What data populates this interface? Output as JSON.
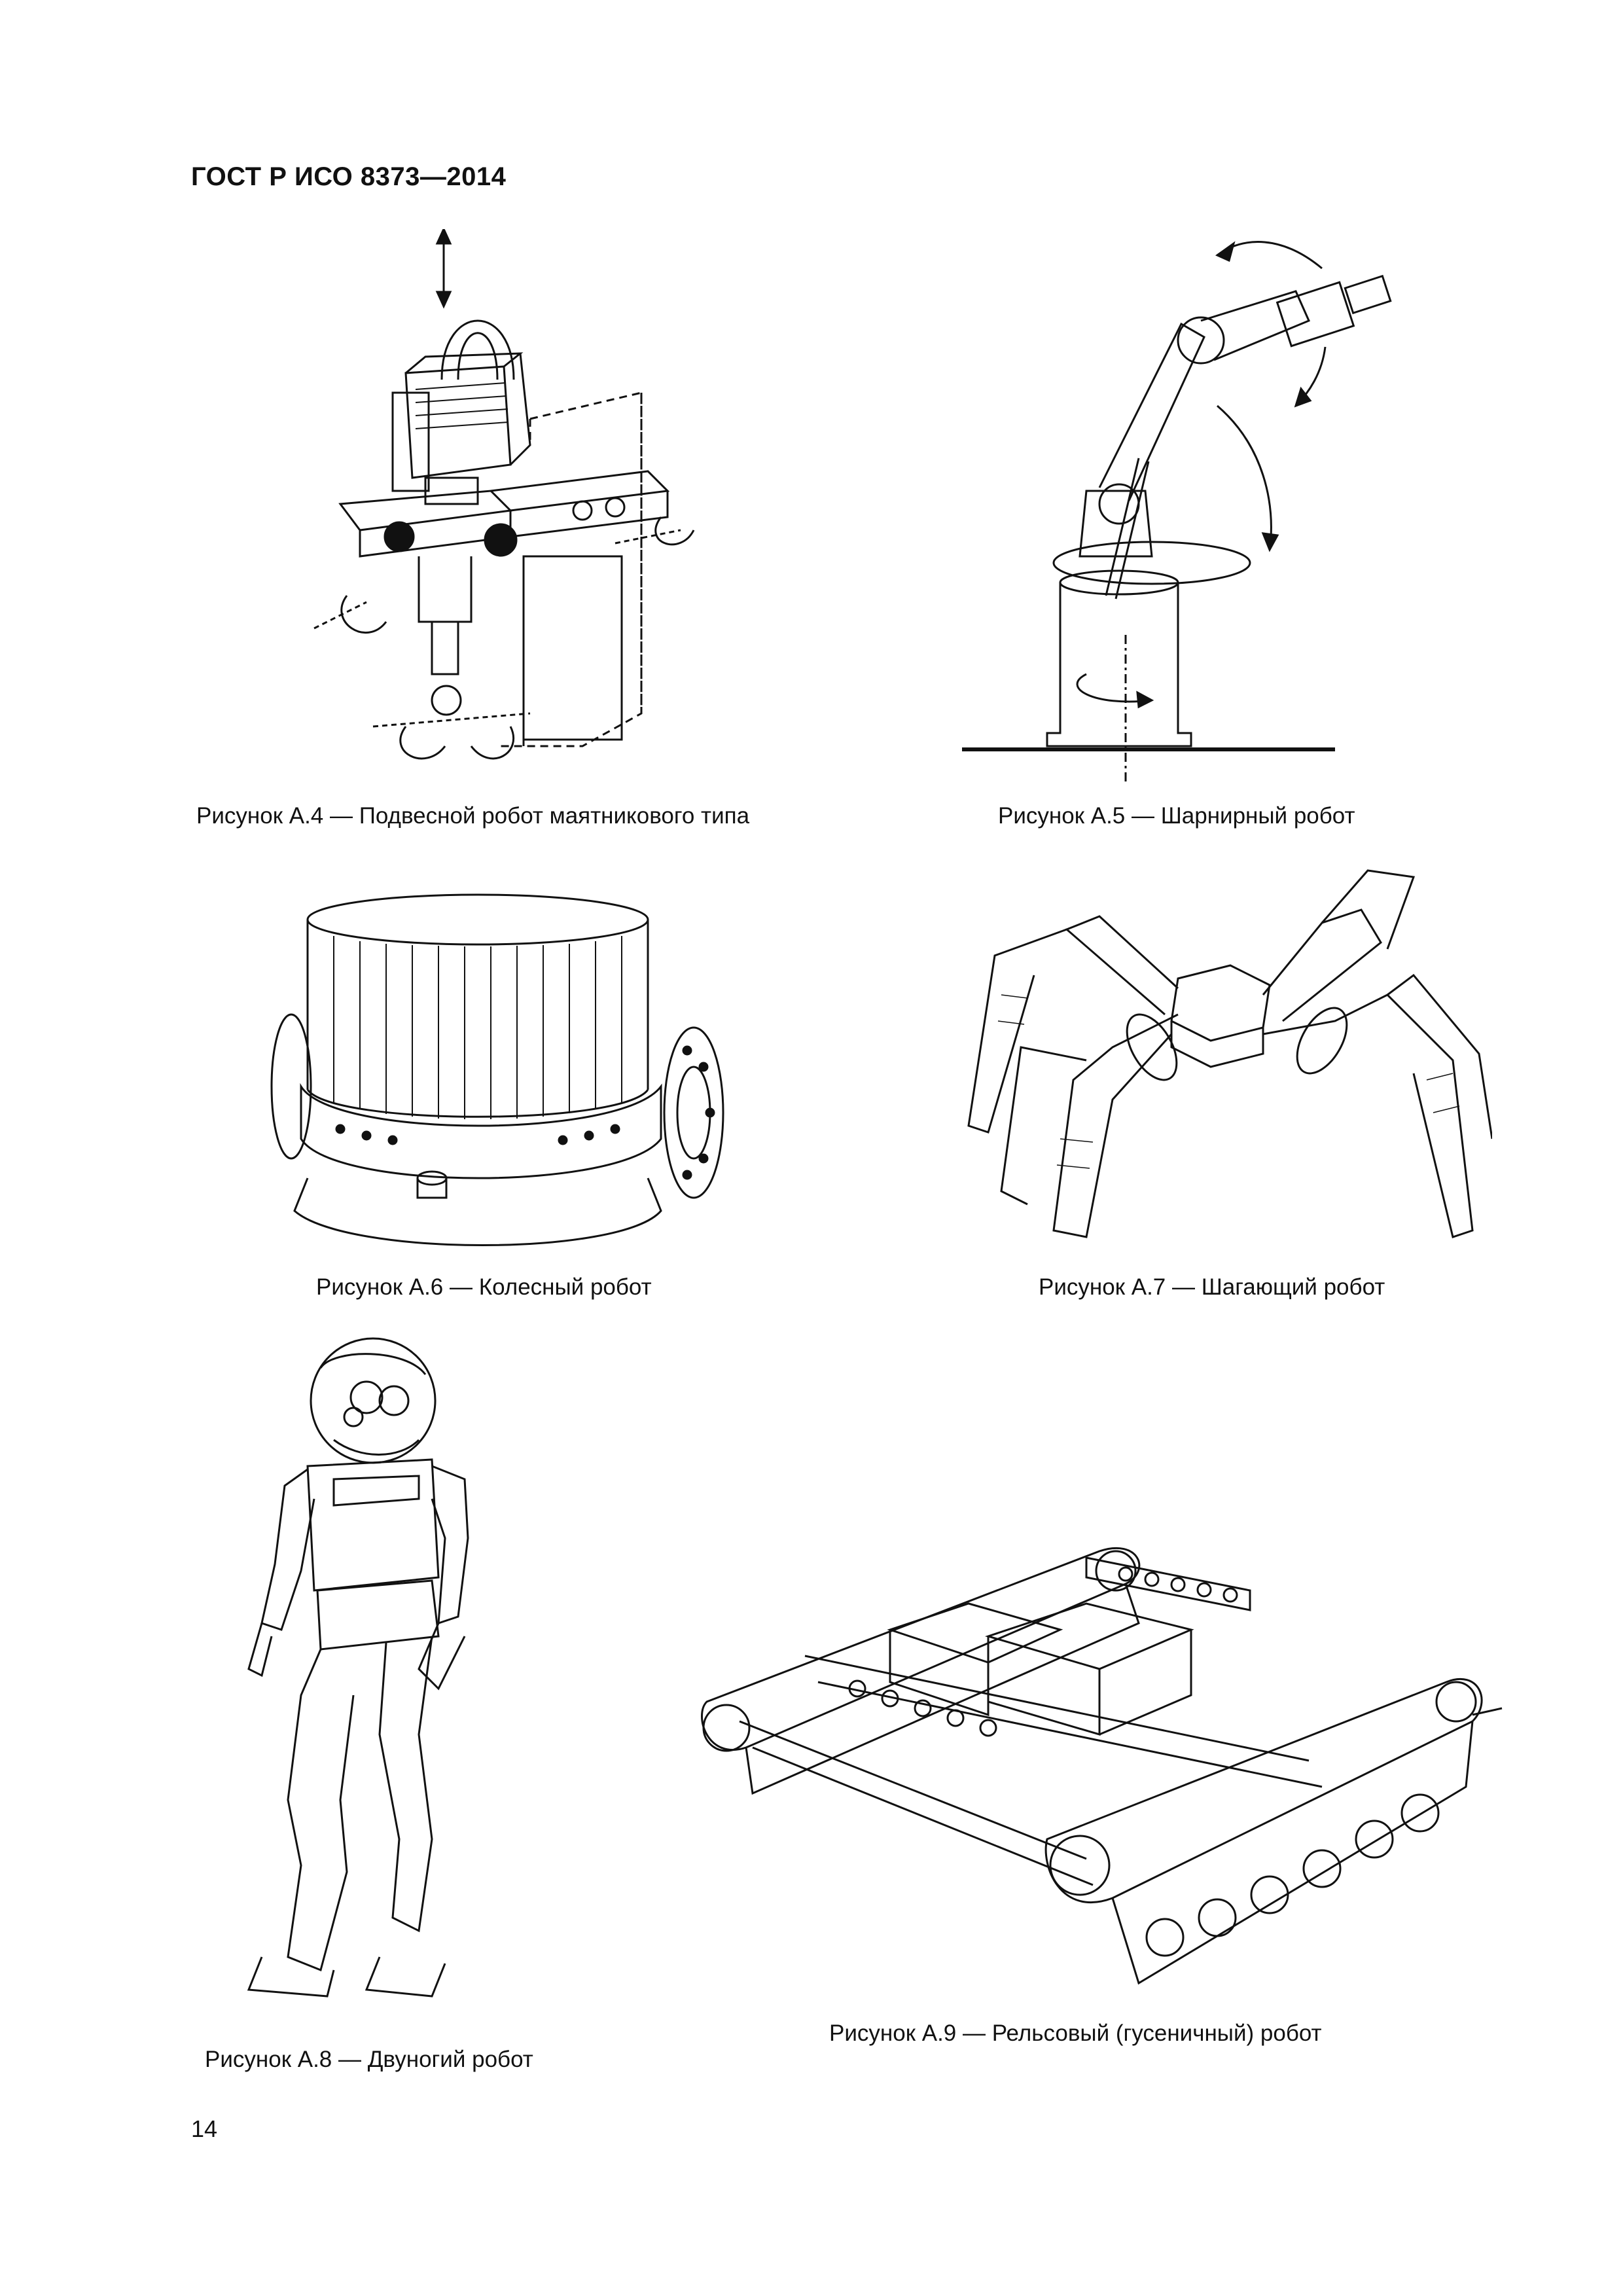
{
  "header": {
    "title": "ГОСТ Р ИСО 8373—2014"
  },
  "figures": [
    {
      "caption": "Рисунок А.4 — Подвесной робот маятникового типа"
    },
    {
      "caption": "Рисунок А.5 — Шарнирный робот"
    },
    {
      "caption": "Рисунок А.6 — Колесный робот"
    },
    {
      "caption": "Рисунок А.7 — Шагающий робот"
    },
    {
      "caption": "Рисунок А.8 — Двуногий робот"
    },
    {
      "caption": "Рисунок А.9 — Рельсовый (гусеничный) робот"
    }
  ],
  "footer": {
    "page_number": "14"
  }
}
